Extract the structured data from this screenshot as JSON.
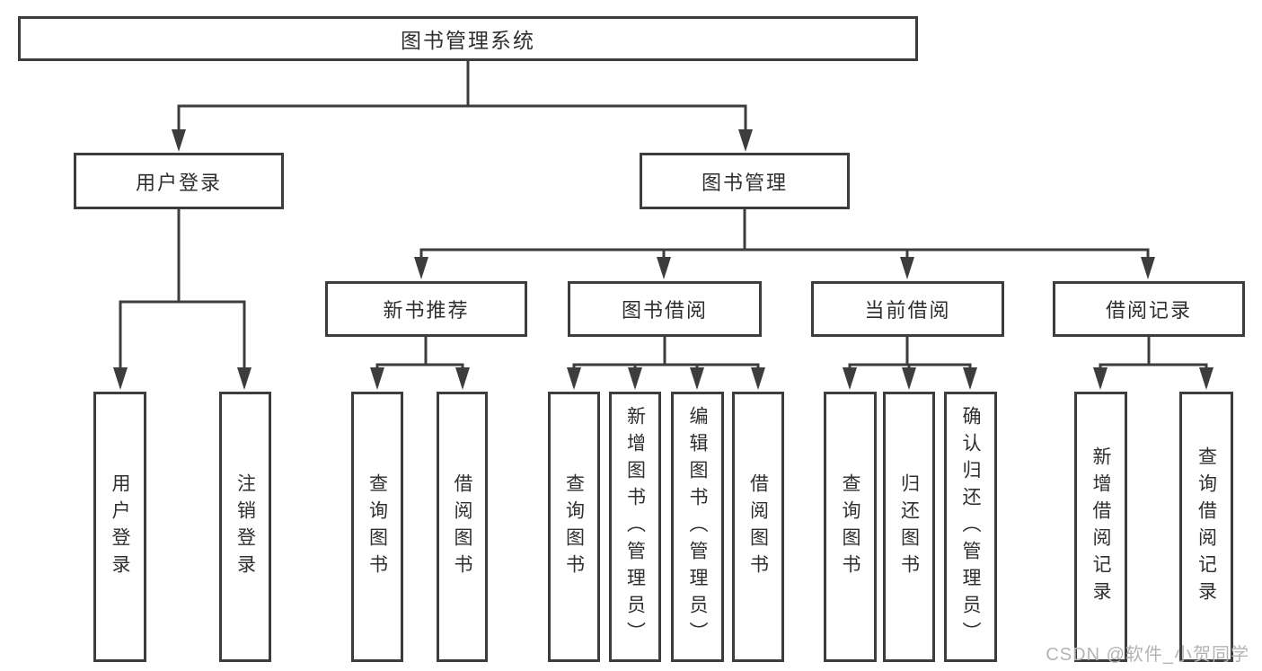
{
  "colors": {
    "line": "#3d3d3d",
    "text": "#2f2f2f",
    "watermark": "#b3b3b3",
    "background": "#ffffff"
  },
  "watermark": "CSDN @软件_小贺同学",
  "tree": {
    "label": "图书管理系统",
    "children": [
      {
        "label": "用户登录",
        "children": [
          {
            "label": "用户登录"
          },
          {
            "label": "注销登录"
          }
        ]
      },
      {
        "label": "图书管理",
        "children": [
          {
            "label": "新书推荐",
            "children": [
              {
                "label": "查询图书"
              },
              {
                "label": "借阅图书"
              }
            ]
          },
          {
            "label": "图书借阅",
            "children": [
              {
                "label": "查询图书"
              },
              {
                "label": "新增图书（管理员）"
              },
              {
                "label": "编辑图书（管理员）"
              },
              {
                "label": "借阅图书"
              }
            ]
          },
          {
            "label": "当前借阅",
            "children": [
              {
                "label": "查询图书"
              },
              {
                "label": "归还图书"
              },
              {
                "label": "确认归还（管理员）"
              }
            ]
          },
          {
            "label": "借阅记录",
            "children": [
              {
                "label": "新增借阅记录"
              },
              {
                "label": "查询借阅记录"
              }
            ]
          }
        ]
      }
    ]
  }
}
